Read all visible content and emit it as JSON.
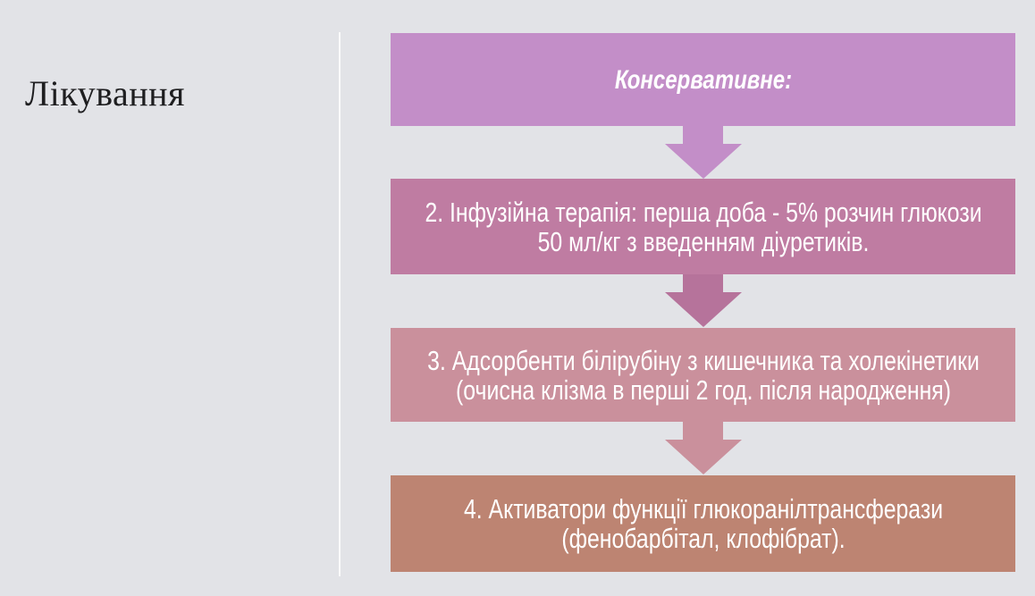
{
  "slide": {
    "background": "#e2e3e7",
    "divider_color": "#fafafa",
    "title": {
      "text": "Лікування",
      "color": "#1e1e20"
    },
    "flow": {
      "text_color": "#ffffff",
      "steps": [
        {
          "label": "Консервативне:",
          "emphasis": "bold-italic",
          "fill": "#c38ec8"
        },
        {
          "label": "2. Інфузійна терапія: перша доба - 5% розчин глюкози\n50 мл/кг з введенням діуретиків.",
          "emphasis": "normal",
          "fill": "#bf7ca2"
        },
        {
          "label": "3. Адсорбенти білірубіну з кишечника та холекінетики\n(очисна клізма в перші 2 год. після народження)",
          "emphasis": "normal",
          "fill": "#ca909c"
        },
        {
          "label": "4. Активатори функції глюкоранілтрансферази\n(фенобарбітал, клофібрат).",
          "emphasis": "normal",
          "fill": "#bd8472"
        }
      ],
      "arrows": [
        {
          "fill": "#c38ec8"
        },
        {
          "fill": "#b6739b"
        },
        {
          "fill": "#ca909c"
        }
      ]
    }
  }
}
